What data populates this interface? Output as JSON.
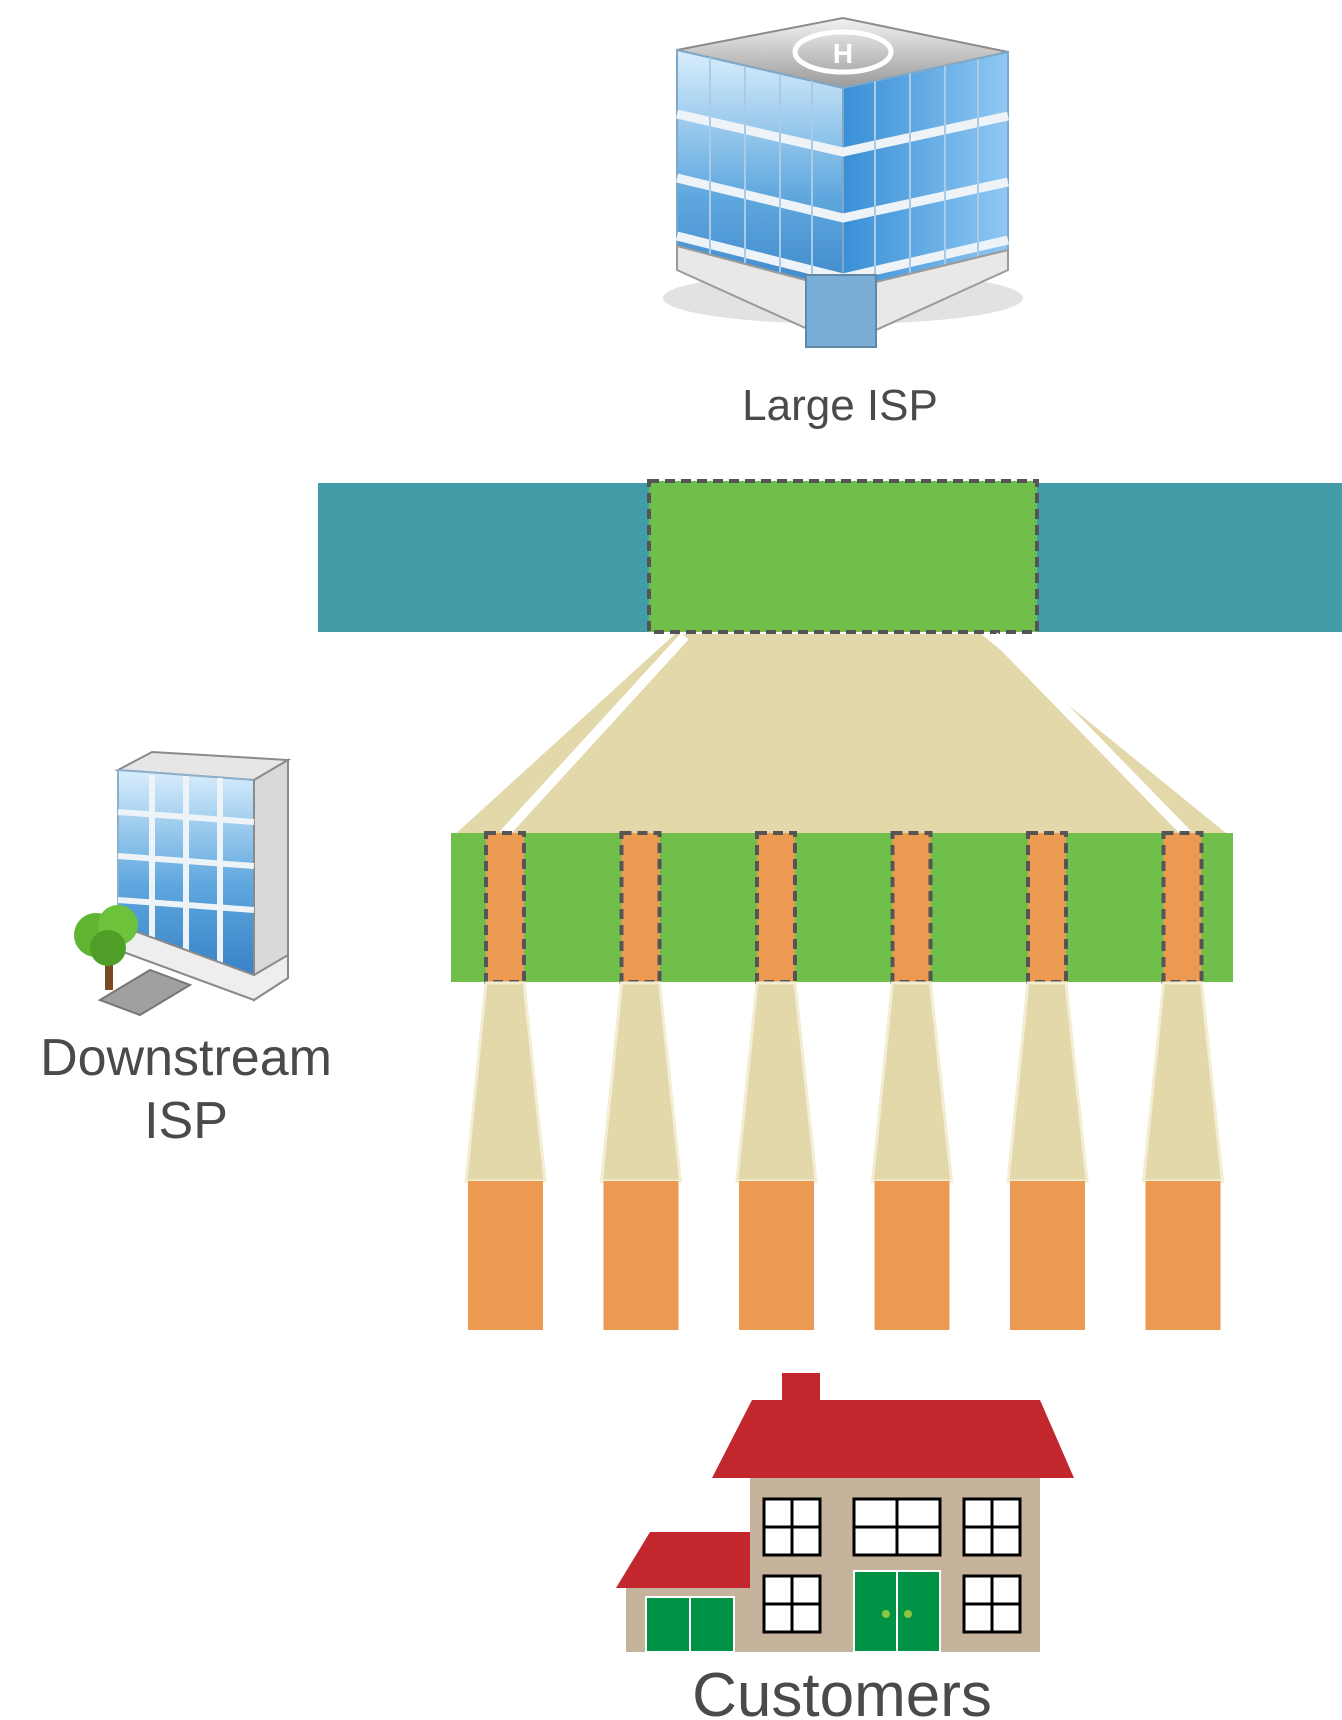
{
  "labels": {
    "large_isp": "Large ISP",
    "downstream_isp_line1": "Downstream",
    "downstream_isp_line2": "ISP",
    "customers": "Customers"
  },
  "icons": {
    "large_isp": "office-tower-building-icon",
    "downstream_isp": "small-office-building-icon",
    "customers": "house-icon"
  },
  "colors": {
    "large_isp_band": "#419ca7",
    "allocation_block": "#70bf4b",
    "sub_block": "#ec9a51",
    "funnel": "#e2d8aa",
    "dashed_outline": "#555555",
    "roof": "#c1272d",
    "house_wall": "#c6b39b",
    "door": "#009245",
    "label_text": "#4a4a4a"
  },
  "sub_block_count": 6
}
